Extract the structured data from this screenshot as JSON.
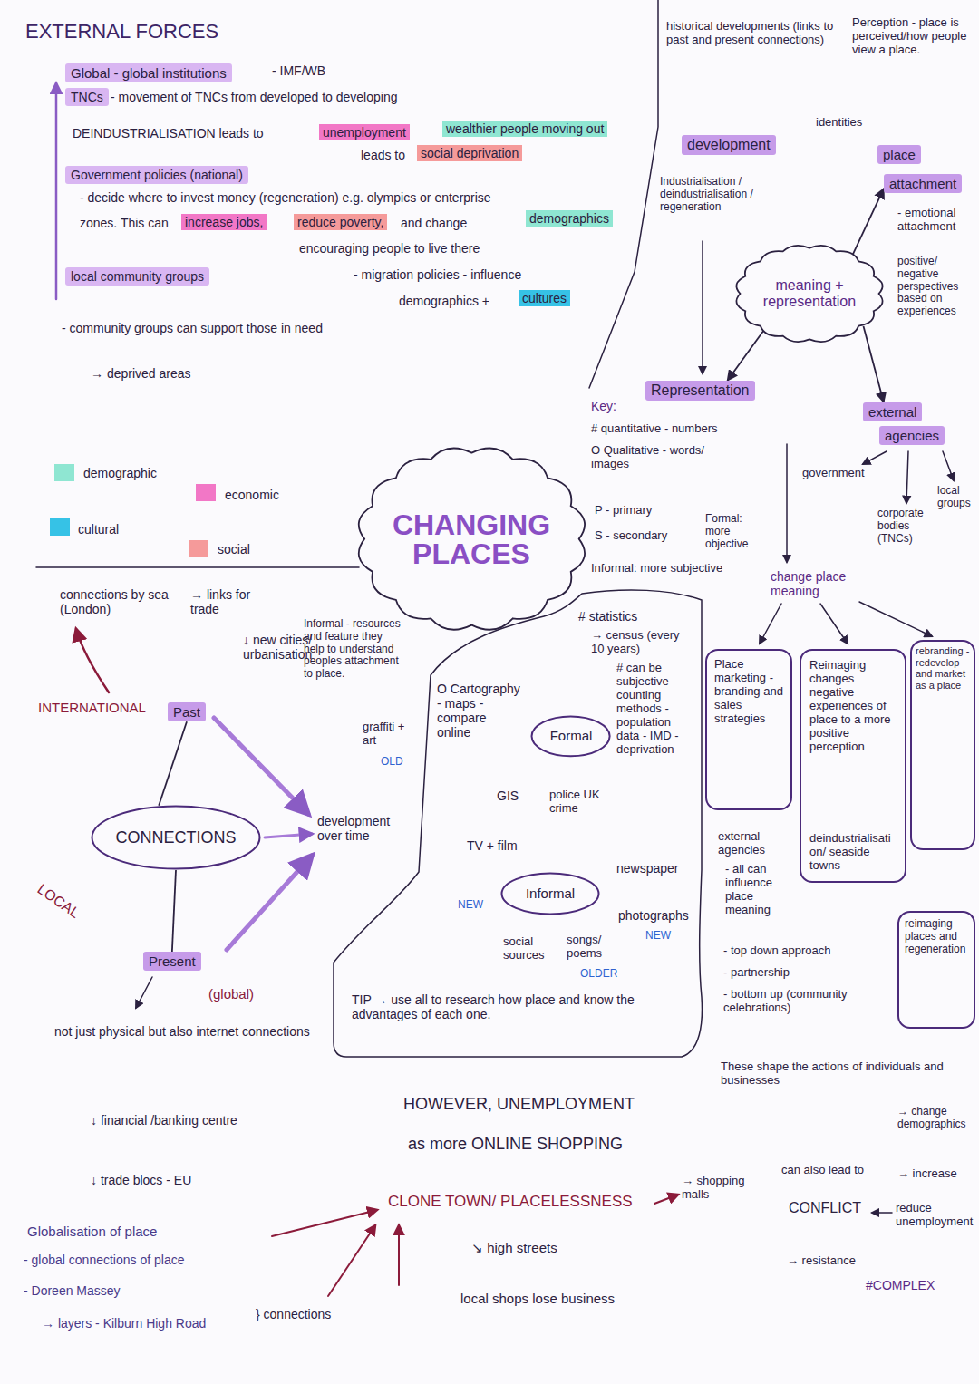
{
  "diagram": {
    "nodes": [
      {
        "text": [
          "Global - global institutions"
        ]
      },
      {
        "text": [
          "TNCs"
        ]
      },
      {
        "text": [
          "Government policies (national)"
        ]
      },
      {
        "text": [
          "local community groups"
        ]
      },
      {
        "text": [
          "CHANGING PLACES"
        ]
      },
      {
        "text": [
          "meaning + representation"
        ]
      },
      {
        "text": [
          "development"
        ]
      },
      {
        "text": [
          "place"
        ]
      },
      {
        "text": [
          "attachment"
        ]
      },
      {
        "text": [
          "Representation"
        ]
      },
      {
        "text": [
          "external"
        ]
      },
      {
        "text": [
          "agencies"
        ]
      },
      {
        "text": [
          "Past"
        ]
      },
      {
        "text": [
          "CONNECTIONS"
        ]
      },
      {
        "text": [
          "Present"
        ]
      },
      {
        "text": [
          "TIP → use all to research how place and know the advantages of each one."
        ]
      },
      {
        "text": [
          "Formal"
        ],
        "in": 15
      },
      {
        "text": [
          "Informal"
        ],
        "in": 15
      },
      {
        "text": [
          "Place marketing - branding and sales strategies"
        ]
      },
      {
        "text": [
          "Reimaging changes negative experiences of place to a more positive perception",
          "deindustrialisation/ seaside towns"
        ]
      },
      {
        "text": [
          "rebranding - redevelop and market as a place"
        ]
      },
      {
        "text": [
          "reimaging places and regeneration"
        ]
      }
    ],
    "edges": [
      {
        "from": 5,
        "to": 8,
        "arrow": "to"
      },
      {
        "from": 5,
        "to": 9,
        "arrow": "to"
      },
      {
        "from": 5,
        "to": 10,
        "arrow": "to"
      },
      {
        "from": 12,
        "to": 13,
        "arrow": "none"
      },
      {
        "from": 13,
        "to": 14,
        "arrow": "none"
      }
    ],
    "labels": [
      "EXTERNAL FORCES",
      "- IMF/WB",
      "- movement of TNCs from developed to developing",
      "DEINDUSTRIALISATION leads to",
      "unemployment",
      "wealthier people moving out",
      "leads to",
      "social deprivation",
      "- decide where to invest money (regeneration) e.g. olympics or enterprise",
      "zones. This can",
      "increase jobs,",
      "reduce poverty,",
      "and change",
      "demographics",
      "encouraging people to live there",
      "- migration policies - influence",
      "demographics +",
      "cultures",
      "- community groups can support those in need",
      "→ deprived areas",
      "connections by sea (London)",
      "→ links for trade",
      "↓ new cities/ urbanisation",
      "INTERNATIONAL",
      "LOCAL",
      "(global)",
      "not just physical but also internet connections",
      "↓ financial /banking centre",
      "↓ trade blocs - EU",
      "Globalisation of place",
      "- global connections of place",
      "- Doreen Massey",
      "→ layers - Kilburn High Road",
      "} connections",
      "development over time",
      "Informal - resources and feature they help to understand peoples attachment to place.",
      "graffiti + art",
      "OLD",
      "O Cartography - maps - compare online",
      "GIS",
      "police UK crime",
      "# statistics",
      "→ census (every 10 years)",
      "# can be subjective counting methods - population data - IMD - deprivation",
      "TV + film",
      "NEW",
      "newspaper",
      "photographs",
      "NEW",
      "social sources",
      "songs/ poems",
      "OLDER",
      "Key:",
      "# quantitative - numbers",
      "O Qualitative - words/ images",
      "P - primary",
      "S - secondary",
      "Formal: more objective",
      "Informal: more subjective",
      "historical developments (links to past and present connections)",
      "Perception - place is perceived/how people view a place.",
      "identities",
      "Industrialisation / deindustrialisation / regeneration",
      "- emotional attachment",
      "positive/ negative perspectives based on experiences",
      "government",
      "corporate bodies (TNCs)",
      "local groups",
      "change place meaning",
      "external agencies",
      "- all can influence place meaning",
      "- top down approach",
      "- partnership",
      "- bottom up (community celebrations)",
      "These shape the actions of individuals and businesses",
      "→ change demographics",
      "can also lead to",
      "CONFLICT",
      "→ increase",
      "reduce unemployment",
      "→ resistance",
      "#COMPLEX",
      "HOWEVER, UNEMPLOYMENT",
      "as more ONLINE SHOPPING",
      "CLONE TOWN/ PLACELESSNESS",
      "→ shopping malls",
      "↘ high streets",
      "local shops lose business"
    ],
    "legend": [
      {
        "text": "demographic",
        "color": "#8fe6d2"
      },
      {
        "text": "economic",
        "color": "#f277c6"
      },
      {
        "text": "cultural",
        "color": "#36c2e6"
      },
      {
        "text": "social",
        "color": "#f59a9a"
      }
    ]
  }
}
